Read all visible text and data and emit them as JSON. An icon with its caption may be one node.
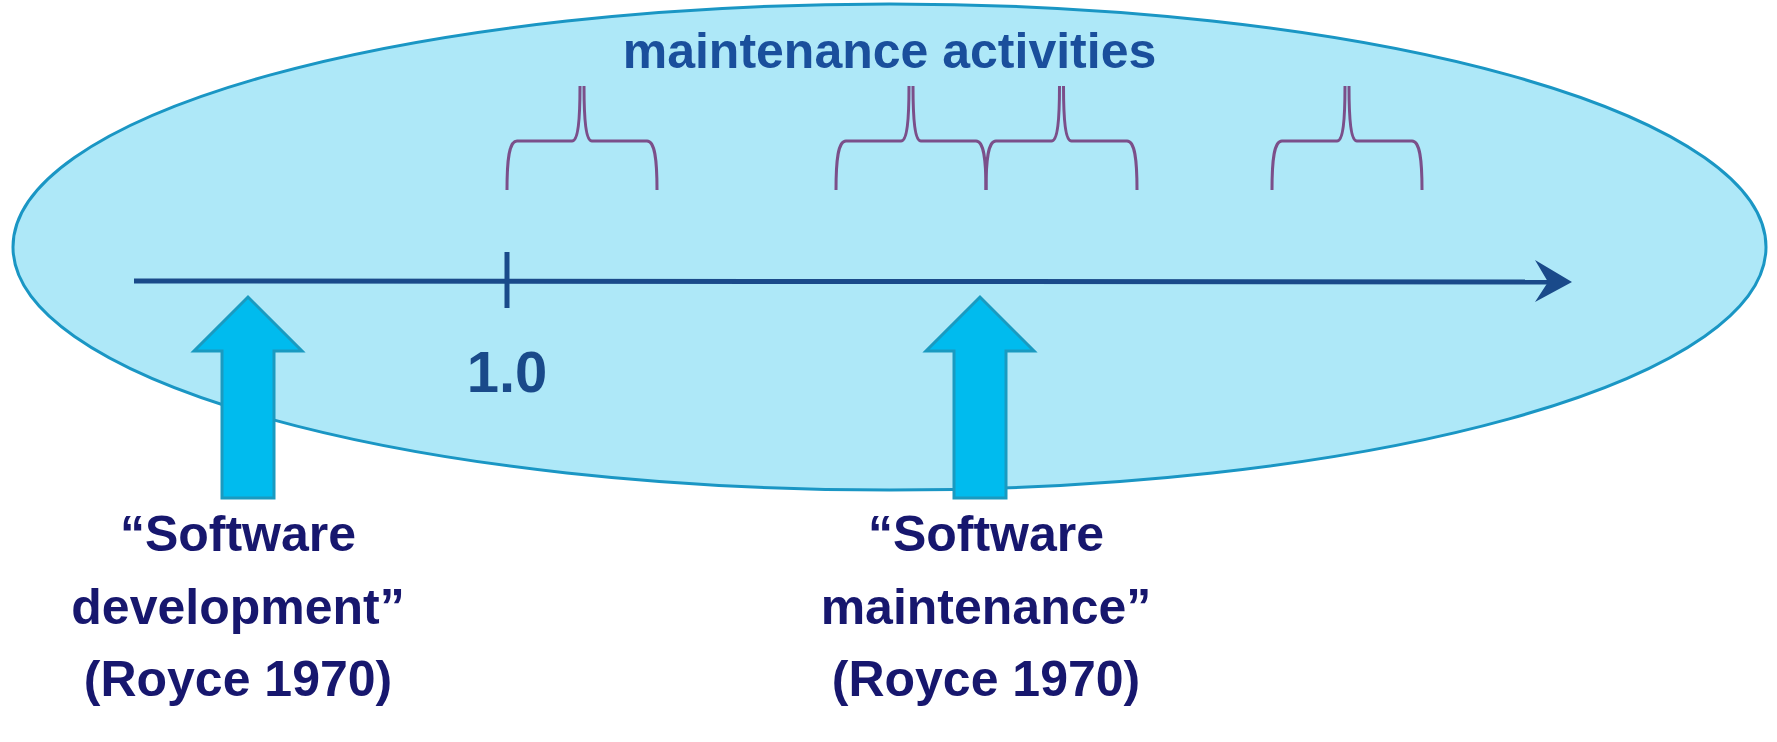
{
  "diagram": {
    "nodes": [
      {
        "text": [
          "maintenance activities"
        ]
      },
      {
        "text": [
          "“Software development”",
          "(Royce 1970)"
        ]
      },
      {
        "text": [
          "“Software maintenance”",
          "(Royce 1970)"
        ]
      }
    ],
    "edges": [
      {
        "from": 1,
        "to": null,
        "arrow": "to"
      },
      {
        "from": 2,
        "to": null,
        "arrow": "to"
      }
    ],
    "labels": [
      "1.0"
    ]
  }
}
